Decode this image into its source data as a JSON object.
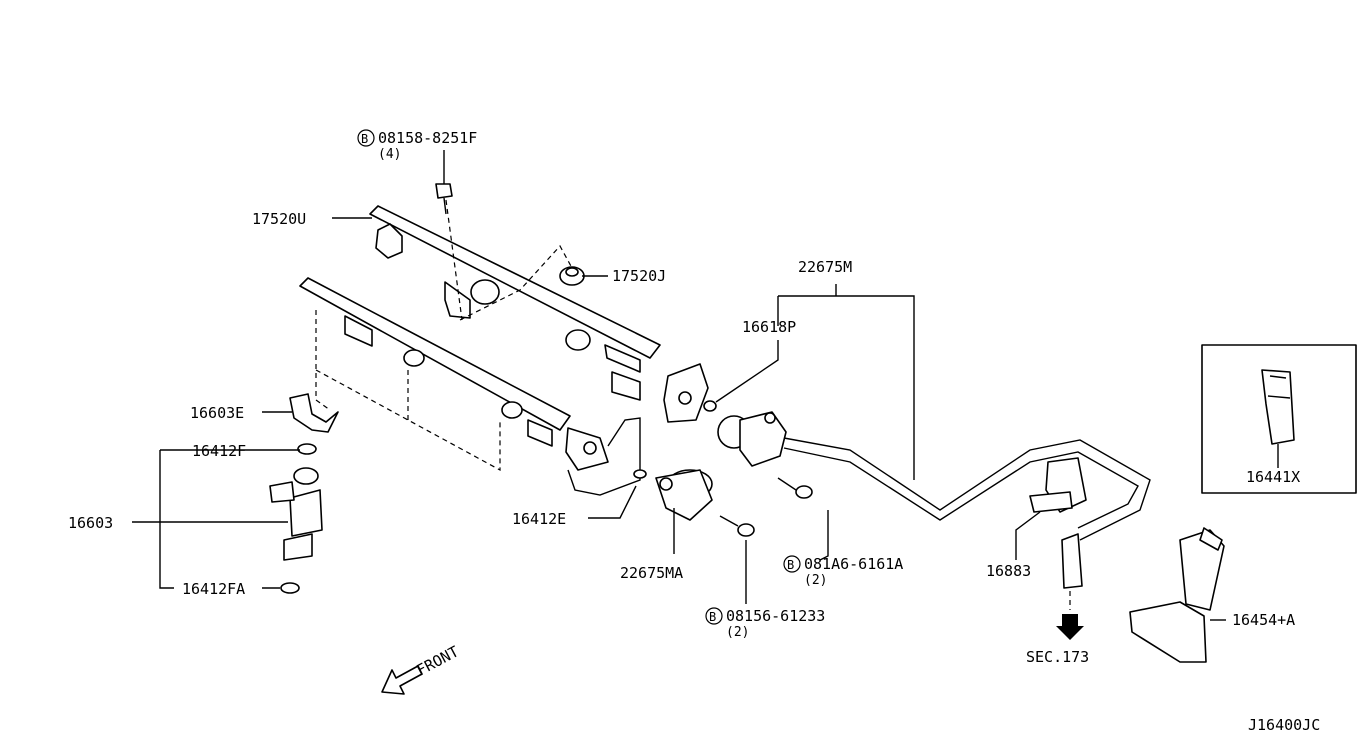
{
  "labels": {
    "bolt_top": "08158-8251F",
    "bolt_top_qty": "(4)",
    "rail_upper": "17520U",
    "insulator": "17520J",
    "hose_assy": "22675M",
    "seal": "16618P",
    "clip": "16603E",
    "oring_upper": "16412F",
    "injector": "16603",
    "oring_lower": "16412FA",
    "oring_e": "16412E",
    "damper": "22675MA",
    "bolt_mid": "081A6-6161A",
    "bolt_mid_qty": "(2)",
    "bolt_bottom": "08156-61233",
    "bolt_bottom_qty": "(2)",
    "connector": "16883",
    "sec_ref": "SEC.173",
    "bracket": "16454+A",
    "clamp": "16441X",
    "front": "FRONT",
    "diagram_code": "J16400JC"
  },
  "bolt_prefix": "B"
}
